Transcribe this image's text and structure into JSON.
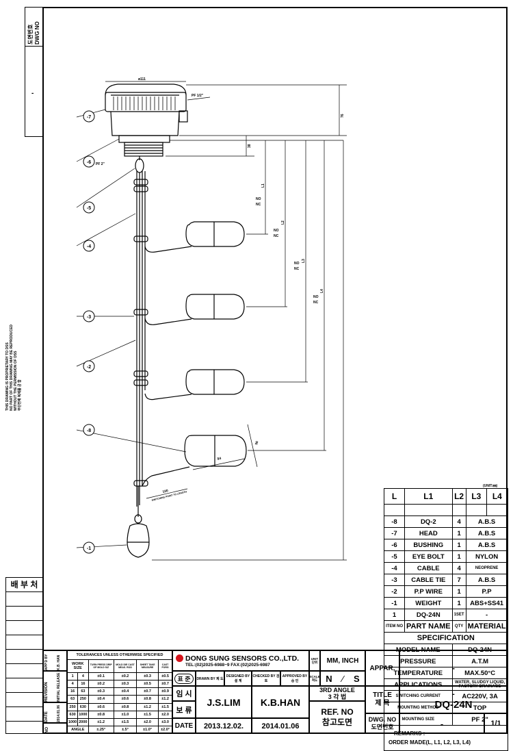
{
  "dwg_no_label_ko": "도면번호",
  "dwg_no_label_en": "DWG NO",
  "left_dash": "-",
  "disclaimer": [
    "THIS DRAWING IS PROPRIETARY TO DSS",
    "NO PART OF THIS DRAWING MAY BE REPRODUCED",
    "WITHOUT THE PERMISSION OF DSS",
    "무단전재 복제를 금 함"
  ],
  "distribution": "배 부 처",
  "unit_note": "(UNIT:㎜)",
  "callouts": {
    "diam": "ø111",
    "pf_half": "PF 1/2\"",
    "pf2": "PF 2\"",
    "h76": "76",
    "h38": "38",
    "no": "NO",
    "nc": "NC",
    "l1": "L1",
    "l2": "L2",
    "l3": "L3",
    "l4": "L4",
    "d94": "94",
    "d56": "56",
    "d100": "100",
    "lead_note": "SWITCHING POINT TO LENGTH",
    "items": [
      "-7",
      "-6",
      "-5",
      "-4",
      "-3",
      "-2",
      "-8",
      "-1"
    ]
  },
  "dims_header": [
    "L",
    "L1",
    "L2",
    "L3",
    "L4"
  ],
  "parts": [
    [
      "-8",
      "DQ-2",
      "4",
      "A.B.S"
    ],
    [
      "-7",
      "HEAD",
      "1",
      "A.B.S"
    ],
    [
      "-6",
      "BUSHING",
      "1",
      "A.B.S"
    ],
    [
      "-5",
      "EYE BOLT",
      "1",
      "NYLON"
    ],
    [
      "-4",
      "CABLE",
      "4",
      "NEOPRENE"
    ],
    [
      "-3",
      "CABLE TIE",
      "7",
      "A.B.S"
    ],
    [
      "-2",
      "P.P WIRE",
      "1",
      "P.P"
    ],
    [
      "-1",
      "WEIGHT",
      "1",
      "ABS+SS41"
    ],
    [
      "1",
      "DQ-24N",
      "1SET",
      "-"
    ]
  ],
  "parts_header": [
    "ITEM NO",
    "PART NAME",
    "QTY",
    "MATERIAL"
  ],
  "spec_title": "SPECIFICATION",
  "spec": [
    [
      "MODEL NAME",
      "DQ-24N"
    ],
    [
      "PRESSURE",
      "A.T.M"
    ],
    [
      "TEMPERATURE",
      "MAX.50°C"
    ],
    [
      "APPLICATIONS",
      "WATER, SLUDGY LIQUID, FACTORY DRAINAGE"
    ],
    [
      "SWITCHING CURRENT",
      "AC220V, 3A"
    ],
    [
      "MOUNTING METHOD",
      "TOP"
    ],
    [
      "MOUNTING SIZE",
      "PF 2\""
    ]
  ],
  "remarks_label": "REMARKS :",
  "remarks_value": "ORDER MADE(L, L1, L2, L3, L4)",
  "revision": {
    "tolerance_title": "TOLERANCES UNLESS OTHERWISE SPECIFIED",
    "row_labels": [
      "APP'D BY",
      "REVISION",
      "DATE",
      "NO"
    ],
    "initial_release": "INITIAL RELEASE",
    "date_value": "2014.01.06",
    "kb_han": "K.B. HAN",
    "headers": [
      "WORK",
      "SIZE",
      "TURN PRESS DRIP OP MOLD SIZ",
      "MOLD DIE CAST MEAS. ROD",
      "SHEET TAKE MEASURE",
      "CAST FORG"
    ],
    "rows": [
      [
        "1",
        "4",
        "±0.1",
        "±0.2",
        "±0.3",
        "±0.5"
      ],
      [
        "4",
        "16",
        "±0.2",
        "±0.3",
        "±0.5",
        "±0.7"
      ],
      [
        "16",
        "63",
        "±0.3",
        "±0.4",
        "±0.7",
        "±0.9"
      ],
      [
        "63",
        "250",
        "±0.4",
        "±0.6",
        "±0.8",
        "±1.2"
      ],
      [
        "250",
        "630",
        "±0.6",
        "±0.8",
        "±1.2",
        "±1.5"
      ],
      [
        "630",
        "1000",
        "±0.8",
        "±1.0",
        "±1.5",
        "±2.0"
      ],
      [
        "1000",
        "2000",
        "±1.2",
        "±1.5",
        "±2.0",
        "±3.0"
      ],
      [
        "ANGLE",
        "",
        "±.25°",
        "±.5°",
        "±1.0°",
        "±2.0°"
      ]
    ]
  },
  "company": {
    "name": "DONG SUNG SENSORS CO.,LTD.",
    "tel": "TEL:(02)2025-6988~9  FAX:(02)2025-6987"
  },
  "pyojun": "표 준",
  "sign_labels": [
    "DRAWN BY 제 도",
    "DESIGNED BY 설 계",
    "CHECKED BY 검 토",
    "APPROVED BY 승 인"
  ],
  "imsi": "임 시",
  "bobu": "보 류",
  "date_label": "DATE",
  "drawn_by": "J.S.LIM",
  "checked_by": "K.B.HAN",
  "date_drawn": "2013.12.02.",
  "date_checked": "2014.01.06",
  "unit_label": "UNIT 단위",
  "unit_value": "MM, INCH",
  "scale_label": "SCALE 척도",
  "scale_n": "N",
  "scale_s": "S",
  "angle_en": "3RD ANGLE",
  "angle_ko": "3 각 법",
  "ref_no_en": "REF. NO",
  "ref_no_ko": "참고도면",
  "appar": "APPAR.",
  "appar_value": "-",
  "title_en": "TITLE",
  "title_ko": "제 목",
  "title_dash": "-",
  "title_value": "DQ-24N",
  "dwg_no_en": "DWG. NO",
  "dwg_no_ko": "도면번호",
  "dwg_no_value": "-",
  "sheet": "1/1"
}
